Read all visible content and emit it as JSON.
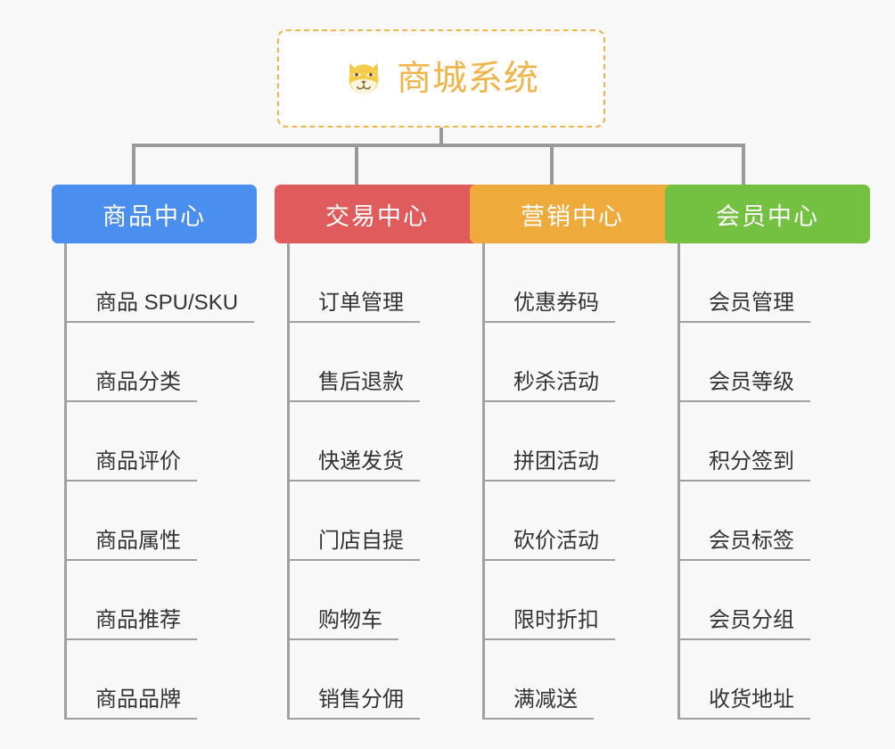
{
  "page": {
    "background_color": "#f8f8f8",
    "line_color": "#999999"
  },
  "root": {
    "title": "商城系统",
    "icon": "shiba-dog-face-icon",
    "border_color": "#f0b44a",
    "text_color": "#f0b44a",
    "background_color": "#ffffff"
  },
  "columns": [
    {
      "title": "商品中心",
      "color": "#4a8ef0",
      "items": [
        "商品 SPU/SKU",
        "商品分类",
        "商品评价",
        "商品属性",
        "商品推荐",
        "商品品牌"
      ]
    },
    {
      "title": "交易中心",
      "color": "#e05c5c",
      "items": [
        "订单管理",
        "售后退款",
        "快递发货",
        "门店自提",
        "购物车",
        "销售分佣"
      ]
    },
    {
      "title": "营销中心",
      "color": "#eeab3c",
      "items": [
        "优惠券码",
        "秒杀活动",
        "拼团活动",
        "砍价活动",
        "限时折扣",
        "满减送"
      ]
    },
    {
      "title": "会员中心",
      "color": "#74c040",
      "items": [
        "会员管理",
        "会员等级",
        "积分签到",
        "会员标签",
        "会员分组",
        "收货地址"
      ]
    }
  ]
}
